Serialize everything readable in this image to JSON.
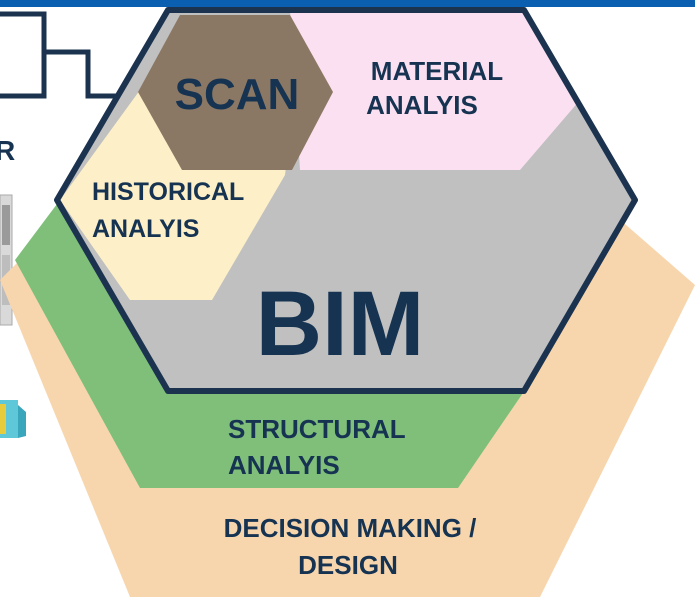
{
  "labels": {
    "scan": "SCAN",
    "material_line1": "MATERIAL",
    "material_line2": "ANALYIS",
    "historical_line1": "HISTORICAL",
    "historical_line2": "ANALYIS",
    "bim": "BIM",
    "structural_line1": "STRUCTURAL",
    "structural_line2": "ANALYIS",
    "decision_line1": "DECISION MAKING /",
    "decision_line2": "DESIGN",
    "left_fragment": "R"
  },
  "colors": {
    "top_bar": "#0b5fb0",
    "outline": "#1c3350",
    "text": "#163352",
    "decision": "#f8d6ad",
    "structural": "#7fbf7a",
    "bim": "#c0c0c0",
    "historical": "#fdf0c8",
    "material": "#fbe0f1",
    "scan": "#8b7864"
  }
}
